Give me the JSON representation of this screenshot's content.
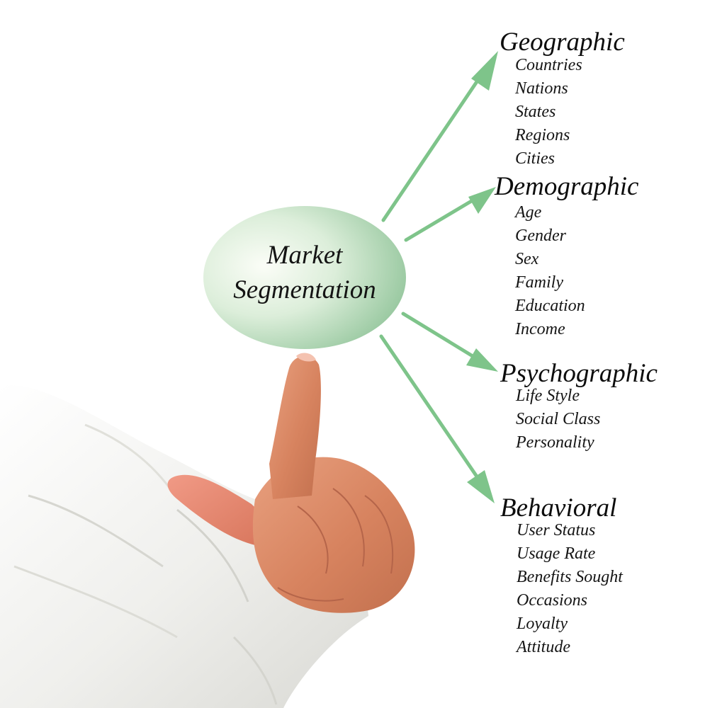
{
  "center": {
    "line1": "Market",
    "line2": "Segmentation"
  },
  "categories": [
    {
      "title": "Geographic",
      "items": [
        "Countries",
        "Nations",
        "States",
        "Regions",
        "Cities"
      ]
    },
    {
      "title": "Demographic",
      "items": [
        "Age",
        "Gender",
        "Sex",
        "Family",
        "Education",
        "Income"
      ]
    },
    {
      "title": "Psychographic",
      "items": [
        "Life Style",
        "Social Class",
        "Personality"
      ]
    },
    {
      "title": "Behavioral",
      "items": [
        "User Status",
        "Usage Rate",
        "Benefits Sought",
        "Occasions",
        "Loyalty",
        "Attitude"
      ]
    }
  ],
  "colors": {
    "arrow": "#7ec48a",
    "ellipse_light": "#f7faf2",
    "ellipse_dark": "#8fc398",
    "text": "#111111",
    "sleeve": "#f3f3f1",
    "skin": "#d98b6c"
  }
}
